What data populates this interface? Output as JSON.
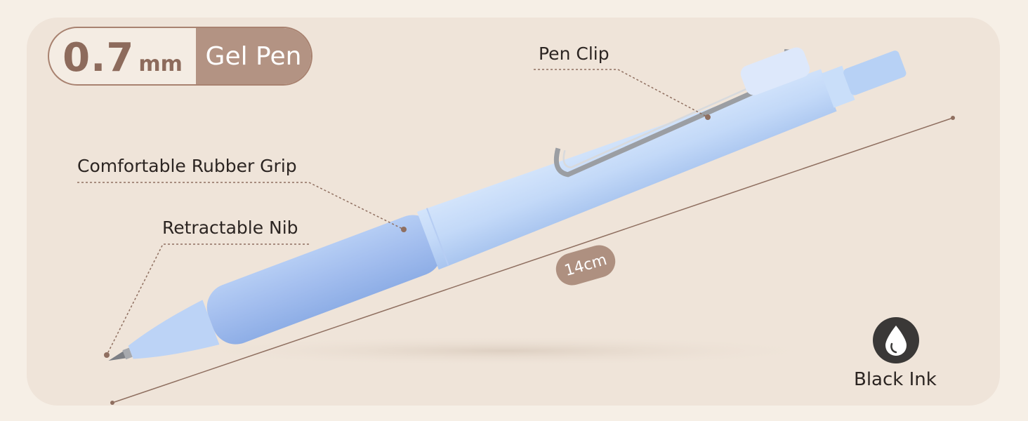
{
  "badge": {
    "size_value": "0.7",
    "size_unit": "mm",
    "type": "Gel Pen"
  },
  "callouts": {
    "pen_clip": "Pen Clip",
    "rubber_grip": "Comfortable Rubber Grip",
    "nib": "Retractable Nib"
  },
  "measurement": {
    "length": "14cm"
  },
  "ink": {
    "label": "Black Ink",
    "icon": "ink-drop-icon"
  },
  "colors": {
    "background": "#efe4d9",
    "accent": "#b39383",
    "pen_barrel": "#c6dcfa",
    "pen_grip": "#a8c4f2"
  }
}
